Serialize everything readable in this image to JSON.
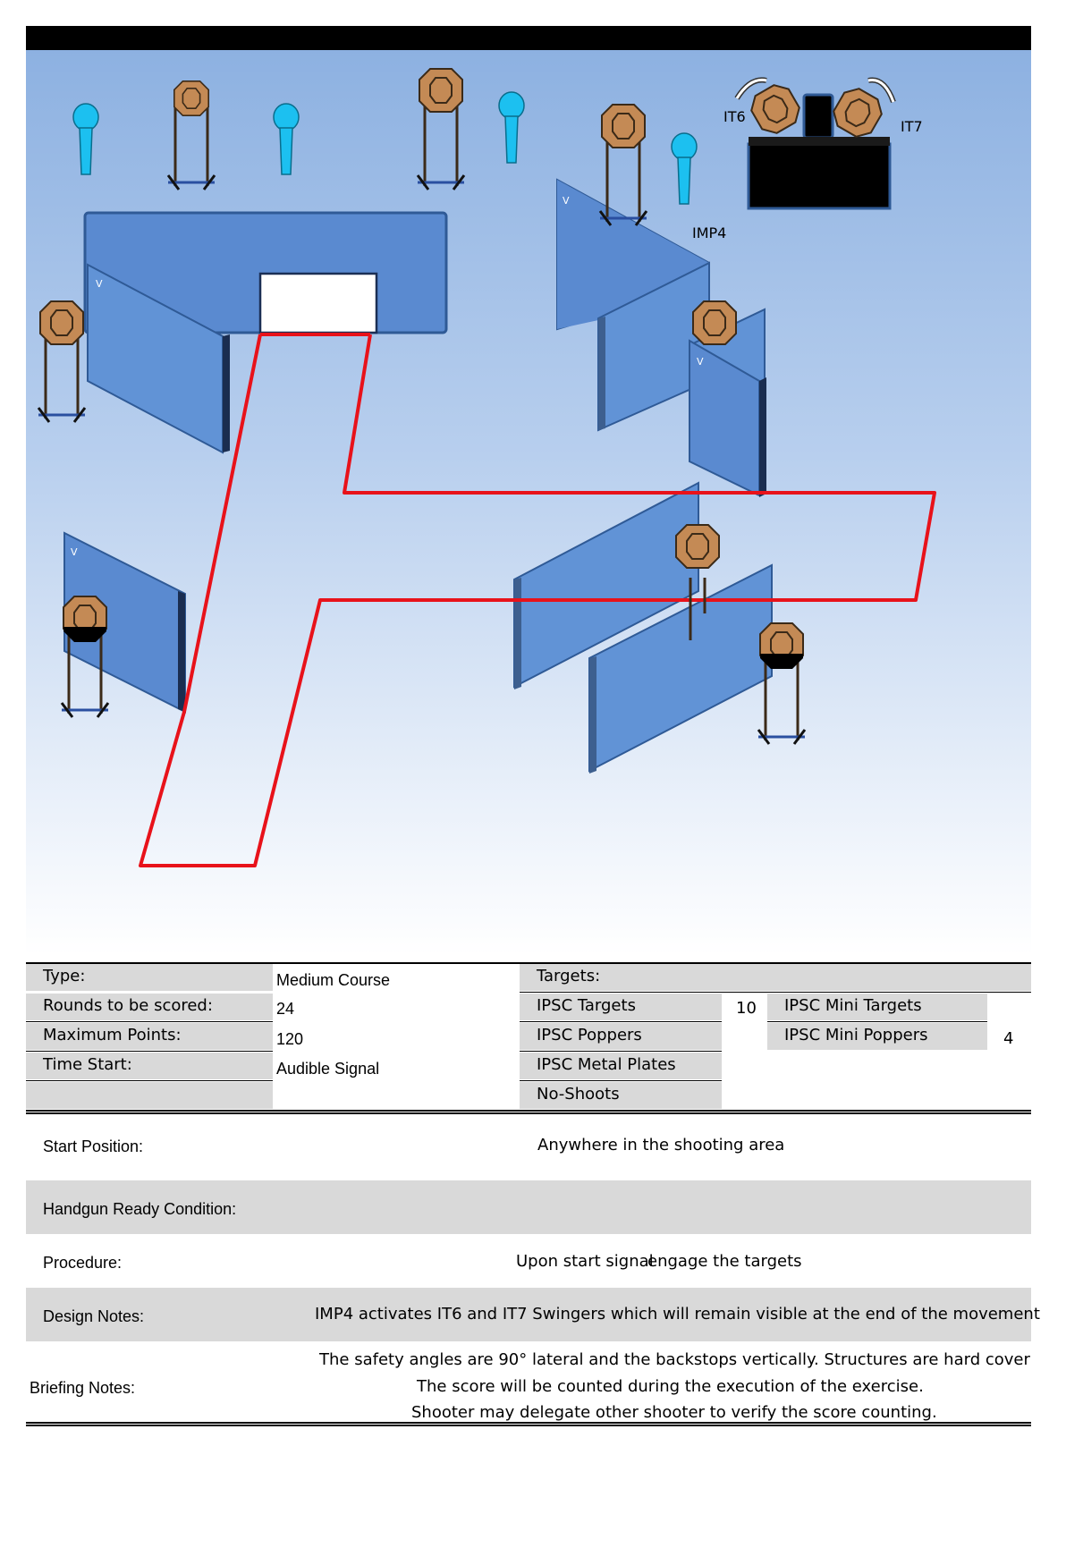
{
  "diagram": {
    "target_labels": {
      "it6": "IT6",
      "it7": "IT7",
      "imp4": "IMP4"
    },
    "colors": {
      "fault_line": "#e8121a",
      "wall": "#5a8ad0",
      "target": "#c48a55",
      "popper": "#1cc0f0",
      "stage_top": "#8db1e1"
    }
  },
  "info": {
    "type_label": "Type:",
    "type_value": "Medium Course",
    "rounds_label": "Rounds to be scored:",
    "rounds_value": "24",
    "max_label": "Maximum Points:",
    "max_value": "120",
    "start_label": "Time Start:",
    "start_value": "Audible Signal",
    "targets_label": "Targets:",
    "ipsc_targets_label": "IPSC Targets",
    "ipsc_targets_value": "10",
    "ipsc_poppers_label": "IPSC Poppers",
    "ipsc_metal_label": "IPSC Metal Plates",
    "noshoots_label": "No-Shoots",
    "mini_targets_label": "IPSC Mini Targets",
    "mini_poppers_label": "IPSC Mini Poppers",
    "mini_poppers_value": "4"
  },
  "details": {
    "start_position_label": "Start Position:",
    "start_position_value": "Anywhere in the shooting area",
    "ready_label": "Handgun Ready Condition:",
    "procedure_label": "Procedure:",
    "procedure_value_a": "Upon start signal",
    "procedure_value_b": "engage the targets",
    "design_label": "Design Notes:",
    "design_value": "IMP4 activates IT6 and IT7 Swingers which will remain visible at the end of the movement",
    "briefing_label": "Briefing Notes:",
    "briefing_line1": "The safety angles are 90° lateral and the backstops vertically. Structures are hard cover",
    "briefing_line2": "The score will be counted during the execution of the exercise.",
    "briefing_line3": "Shooter may delegate other shooter to verify the score counting."
  }
}
